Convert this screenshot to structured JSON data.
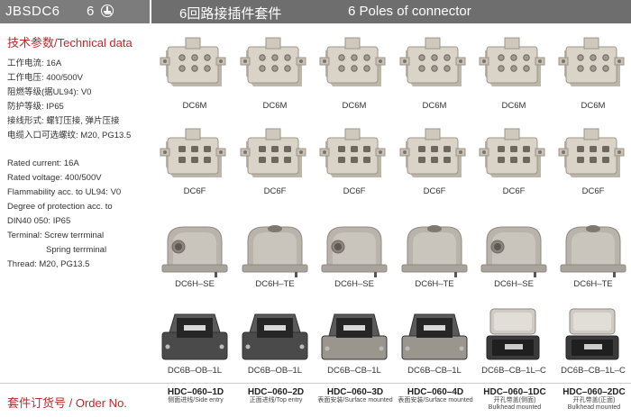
{
  "header": {
    "series_code": "JBSDC6",
    "poles": "6",
    "title_cn": "6回路接插件套件",
    "title_en": "6 Poles of connector"
  },
  "spec": {
    "title": "技术参数/Technical data",
    "cn_lines": [
      "工作电流: 16A",
      "工作电压: 400/500V",
      "阻燃等级(据UL94): V0",
      "防护等级: IP65",
      "接线形式: 螺钉压接, 弹片压接",
      "电缆入口可选螺纹: M20, PG13.5"
    ],
    "en_lines": [
      "Rated current: 16A",
      "Rated voltage: 400/500V",
      "Flammability acc. to UL94: V0",
      "Degree of protection acc. to",
      "DIN40 050: IP65",
      "Terminal: Screw terrminal",
      "Spring terrminal",
      "Thread: M20, PG13.5"
    ]
  },
  "rows": {
    "male": [
      "DC6M",
      "DC6M",
      "DC6M",
      "DC6M",
      "DC6M",
      "DC6M"
    ],
    "female": [
      "DC6F",
      "DC6F",
      "DC6F",
      "DC6F",
      "DC6F",
      "DC6F"
    ],
    "hood": [
      "DC6H–SE",
      "DC6H–TE",
      "DC6H–SE",
      "DC6H–TE",
      "DC6H–SE",
      "DC6H–TE"
    ],
    "base": [
      "DC6B–OB–1L",
      "DC6B–OB–1L",
      "DC6B–CB–1L",
      "DC6B–CB–1L",
      "DC6B–CB–1L–C",
      "DC6B–CB–1L–C"
    ]
  },
  "order": {
    "title": "套件订货号 / Order No.",
    "items": [
      {
        "pn": "HDC–060–1D",
        "desc": "侧面进线/Side entry"
      },
      {
        "pn": "HDC–060–2D",
        "desc": "正面进线/Top entry"
      },
      {
        "pn": "HDC–060–3D",
        "desc": "表面安装/Surface mounted"
      },
      {
        "pn": "HDC–060–4D",
        "desc": "表面安装/Surface mounted"
      },
      {
        "pn": "HDC–060–1DC",
        "desc": "开孔带盖(侧面)",
        "desc2": "Bulkhead mounted"
      },
      {
        "pn": "HDC–060–2DC",
        "desc": "开孔带盖(正面)",
        "desc2": "Bulkhead mounted"
      }
    ]
  },
  "colors": {
    "header_left": "#7c7c7c",
    "header_right": "#6e6e6e",
    "accent_red": "#c0272d",
    "insert_body": "#d9d3c8",
    "hood_body": "#b8b3ab",
    "base_dark": "#3a3a3a"
  },
  "icons": {
    "ground": "ground-symbol-icon",
    "male": "male-insert-image",
    "female": "female-insert-image",
    "hood": "hood-image",
    "base": "base-housing-image"
  }
}
